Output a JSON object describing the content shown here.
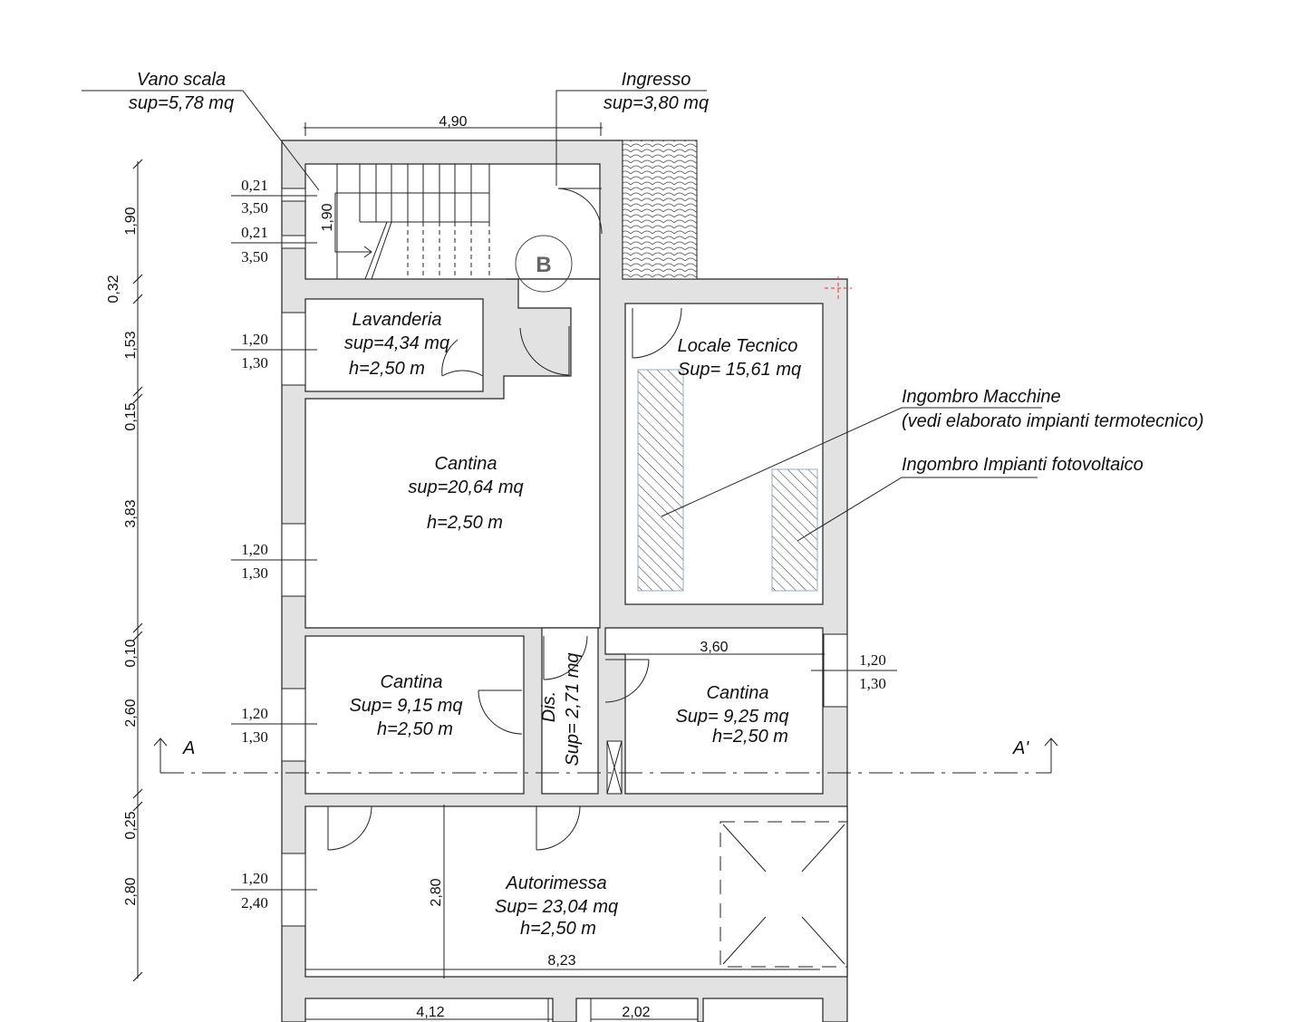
{
  "labels": {
    "vano_scala": {
      "name": "Vano scala",
      "sup": "sup=5,78 mq"
    },
    "ingresso": {
      "name": "Ingresso",
      "sup": "sup=3,80 mq"
    },
    "lavanderia": {
      "name": "Lavanderia",
      "sup": "sup=4,34 mq",
      "h": "h=2,50 m"
    },
    "locale_tecnico": {
      "name": "Locale Tecnico",
      "sup": "Sup= 15,61 mq"
    },
    "ingombro_macchine": {
      "line1": "Ingombro Macchine",
      "line2": "(vedi elaborato impianti termotecnico)"
    },
    "ingombro_fotovoltaico": {
      "line1": "Ingombro Impianti fotovoltaico"
    },
    "cantina_large": {
      "name": "Cantina",
      "sup": "sup=20,64 mq",
      "h": "h=2,50 m"
    },
    "cantina_left": {
      "name": "Cantina",
      "sup": "Sup= 9,15 mq",
      "h": "h=2,50 m"
    },
    "dis": {
      "name": "Dis.",
      "sup": "Sup= 2,71 mq"
    },
    "cantina_right": {
      "name": "Cantina",
      "sup": "Sup= 9,25 mq",
      "h": "h=2,50 m"
    },
    "autorimessa": {
      "name": "Autorimessa",
      "sup": "Sup= 23,04 mq",
      "h": "h=2,50 m"
    },
    "stair_marker": "B",
    "section_left": "A",
    "section_right": "A'"
  },
  "dimensions": {
    "top_width": "4,90",
    "stair_height": "1,90",
    "cantina_right_width": "3,60",
    "garage_width": "8,23",
    "garage_depth": "2,80",
    "bottom_left": "4,12",
    "bottom_mid": "2,02",
    "left_chain": [
      "1,90",
      "0,32",
      "1,53",
      "0,15",
      "3,83",
      "0,10",
      "2,60",
      "0,25",
      "2,80"
    ]
  },
  "windows": [
    {
      "w": "0,21",
      "h": "3,50"
    },
    {
      "w": "0,21",
      "h": "3,50"
    },
    {
      "w": "1,20",
      "h": "1,30"
    },
    {
      "w": "1,20",
      "h": "1,30"
    },
    {
      "w": "1,20",
      "h": "1,30"
    },
    {
      "w": "1,20",
      "h": "2,40"
    },
    {
      "w": "1,20",
      "h": "1,30"
    }
  ]
}
